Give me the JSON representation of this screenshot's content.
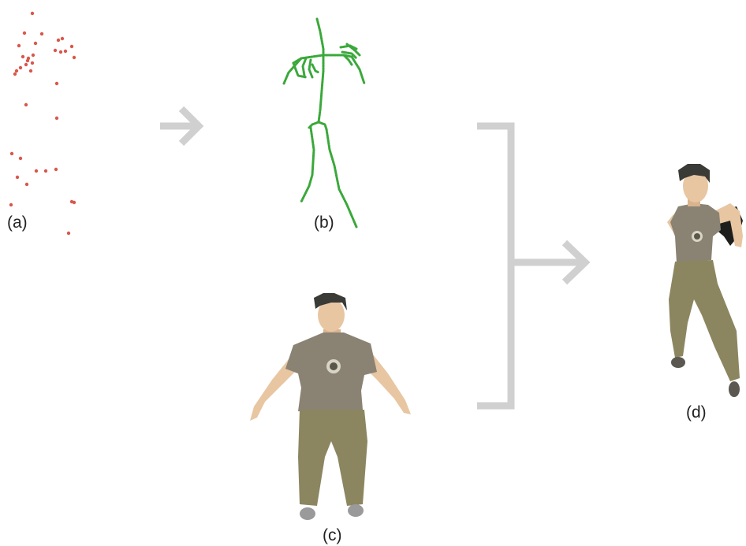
{
  "panels": {
    "a": {
      "label": "(a)",
      "content": "marker-point-cloud"
    },
    "b": {
      "label": "(b)",
      "content": "skeleton"
    },
    "c": {
      "label": "(c)",
      "content": "character-t-pose"
    },
    "d": {
      "label": "(d)",
      "content": "character-posed"
    }
  },
  "colors": {
    "markers": "#d9574b",
    "skeleton": "#3aa83a",
    "arrows": "#d0d0d0",
    "skin": "#e8c6a2",
    "shirt": "#8a8373",
    "pants": "#8b8660",
    "hair": "#3a3a36",
    "shoes": "#9a9a9a",
    "text": "#222222"
  }
}
